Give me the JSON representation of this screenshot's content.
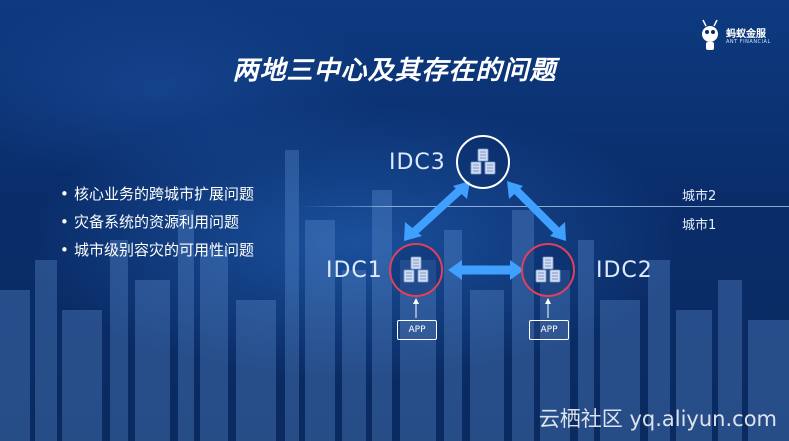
{
  "slide": {
    "title": "两地三中心及其存在的问题",
    "logo": {
      "name": "蚂蚁金服",
      "subtitle": "ANT FINANCIAL",
      "icon": "ant-icon"
    },
    "bullets": [
      "核心业务的跨城市扩展问题",
      "灾备系统的资源利用问题",
      "城市级别容灾的可用性问题"
    ],
    "city_labels": {
      "upper": "城市2",
      "lower": "城市1"
    },
    "idcs": [
      {
        "label": "IDC3",
        "ring_color": "#ffffff"
      },
      {
        "label": "IDC1",
        "ring_color": "#e0405a"
      },
      {
        "label": "IDC2",
        "ring_color": "#e0405a"
      }
    ],
    "app_label": "APP",
    "arrow_color": "#3fa0ff",
    "icons": [
      "server-cluster-icon",
      "bidirectional-arrow-icon",
      "up-arrow-icon"
    ]
  },
  "watermark": "云栖社区 yq.aliyun.com"
}
